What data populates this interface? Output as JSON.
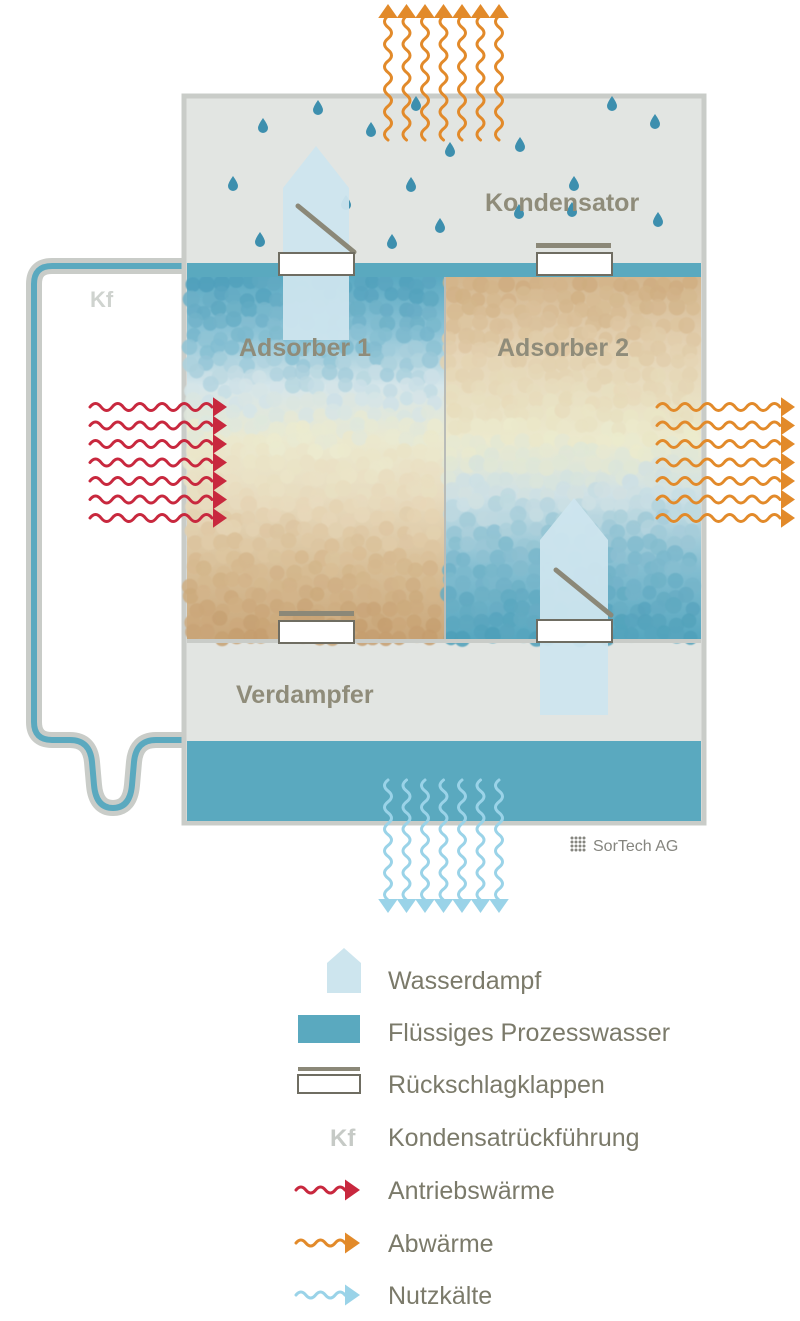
{
  "labels": {
    "condenser": "Kondensator",
    "adsorber1": "Adsorber 1",
    "adsorber2": "Adsorber 2",
    "evaporator": "Verdampfer",
    "kf": "Kf",
    "copyright": "SorTech AG"
  },
  "legend": [
    {
      "icon": "water-vapor-icon",
      "label": "Wasserdampf"
    },
    {
      "icon": "liquid-water-icon",
      "label": "Flüssiges Prozesswasser"
    },
    {
      "icon": "check-valve-icon",
      "label": "Rückschlagklappen"
    },
    {
      "icon": "kf-icon",
      "symbol": "Kf",
      "label": "Kondensatrückführung"
    },
    {
      "icon": "drive-heat-arrow-icon",
      "label": "Antriebswärme"
    },
    {
      "icon": "waste-heat-arrow-icon",
      "label": "Abwärme"
    },
    {
      "icon": "useful-cold-arrow-icon",
      "label": "Nutzkälte"
    }
  ],
  "colors": {
    "frame": "#c9ccc8",
    "chamber_bg": "#e2e5e2",
    "water": "#5aa9bf",
    "vapor": "#cbe4ee",
    "drive_heat": "#c8283e",
    "waste_heat": "#e28a2a",
    "useful_cold": "#9ad3e8",
    "label_text": "#8f8c7a"
  }
}
